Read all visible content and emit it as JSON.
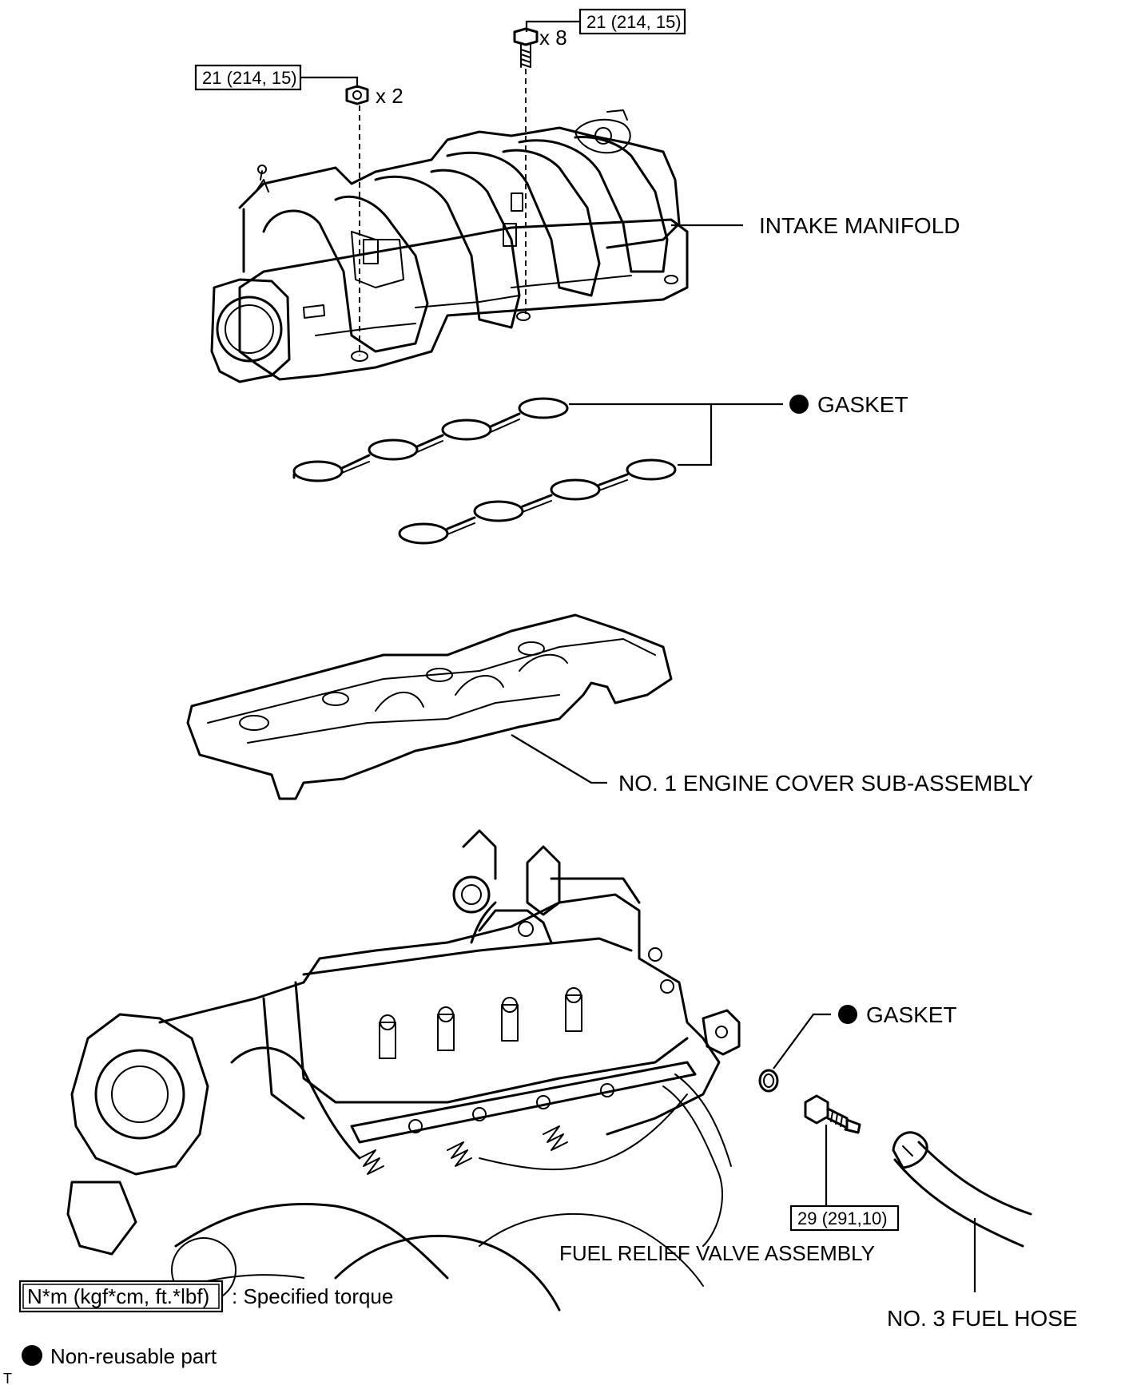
{
  "torque_top_right": "21 (214, 15)",
  "torque_top_right_qty": "x 8",
  "torque_top_left": "21 (214, 15)",
  "torque_top_left_qty": "x 2",
  "label_intake_manifold": "INTAKE MANIFOLD",
  "label_gasket_1": "GASKET",
  "label_engine_cover": "NO. 1 ENGINE COVER SUB-ASSEMBLY",
  "label_gasket_2": "GASKET",
  "torque_fuel_relief": "29 (291,10)",
  "label_fuel_relief_valve": "FUEL RELIEF VALVE ASSEMBLY",
  "label_fuel_hose": "NO. 3 FUEL HOSE",
  "legend_torque_box": "N*m (kgf*cm, ft.*lbf)",
  "legend_torque_text": ": Specified torque",
  "legend_nonreusable_text": "Non-reusable part",
  "corner_mark": "T"
}
